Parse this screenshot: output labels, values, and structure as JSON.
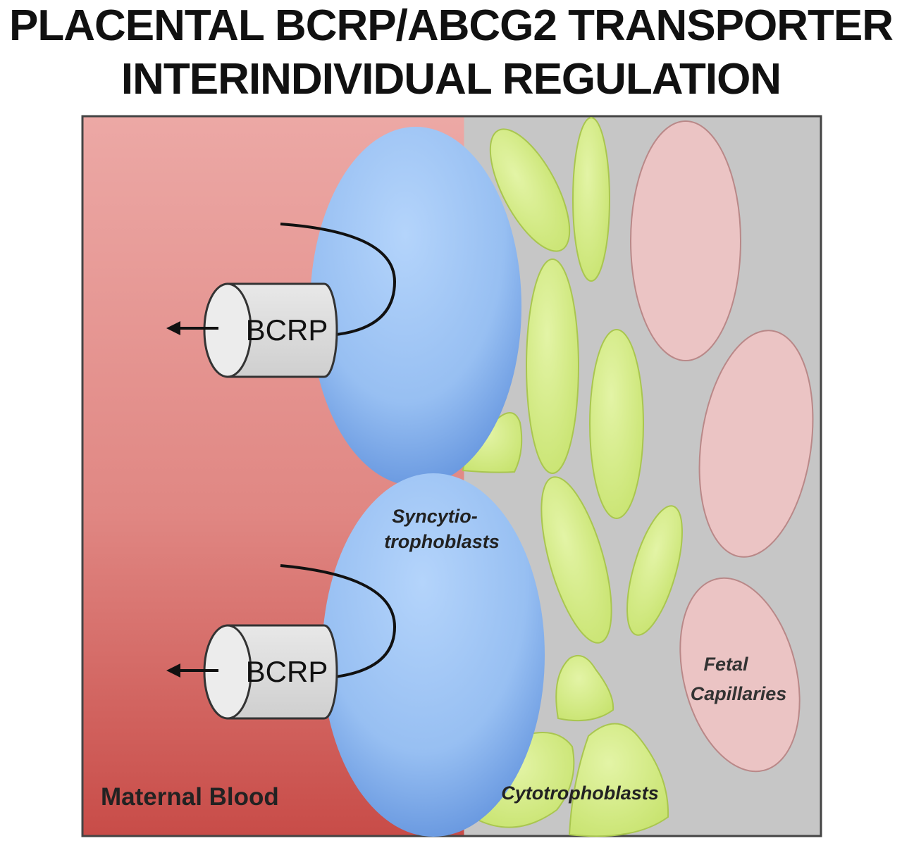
{
  "title": {
    "line1": "PLACENTAL BCRP/ABCG2 TRANSPORTER",
    "line2": "INTERINDIVIDUAL REGULATION"
  },
  "labels": {
    "transporter_top": "BCRP",
    "transporter_bottom": "BCRP",
    "syncytio_line1": "Syncytio-",
    "syncytio_line2": "trophoblasts",
    "fetal_line1": "Fetal",
    "fetal_line2": "Capillaries",
    "cytotrophoblasts": "Cytotrophoblasts",
    "maternal_blood": "Maternal Blood"
  },
  "colors": {
    "maternal_blood_top": "#eba7a4",
    "maternal_blood_bottom": "#c9504c",
    "stroma_gray": "#c6c6c6",
    "syncytiotrophoblast_light": "#aacdf8",
    "syncytiotrophoblast_dark": "#5587d8",
    "cytotrophoblast_green": "#d7ee8a",
    "fetal_capillary_pink": "#e9bfbf",
    "transporter_gray": "#dcdcdc"
  },
  "icons": {
    "efflux_arrow": "left-arrow-icon"
  }
}
